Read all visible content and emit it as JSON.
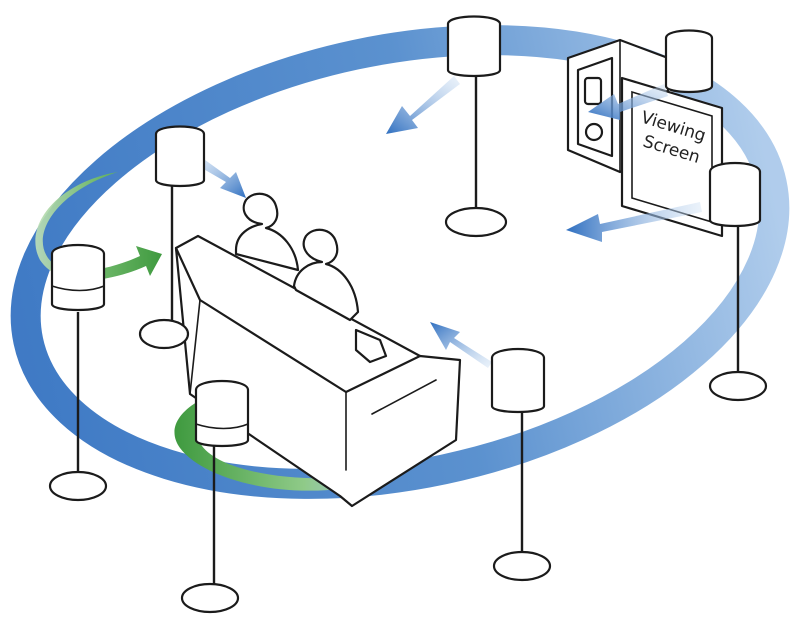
{
  "diagram": {
    "screen_label_line1": "Viewing",
    "screen_label_line2": "Screen",
    "colors": {
      "surround_ring": "#3a78c2",
      "surround_ring_light": "#a9c8ea",
      "side_surround_arc": "#3f9a3f",
      "side_surround_arc_light": "#bfe0b8",
      "direction_arrow": "#2f6fc0",
      "speaker_fill": "#ffffff",
      "outline": "#1b1b1b"
    },
    "elements": {
      "speakers": [
        "front-left",
        "center",
        "front-right",
        "side-left-rear",
        "side-left",
        "rear-left",
        "rear-right"
      ],
      "icons": [
        "speaker-icon",
        "sofa-icon",
        "viewer-icon",
        "screen-icon",
        "projector-icon"
      ]
    }
  }
}
